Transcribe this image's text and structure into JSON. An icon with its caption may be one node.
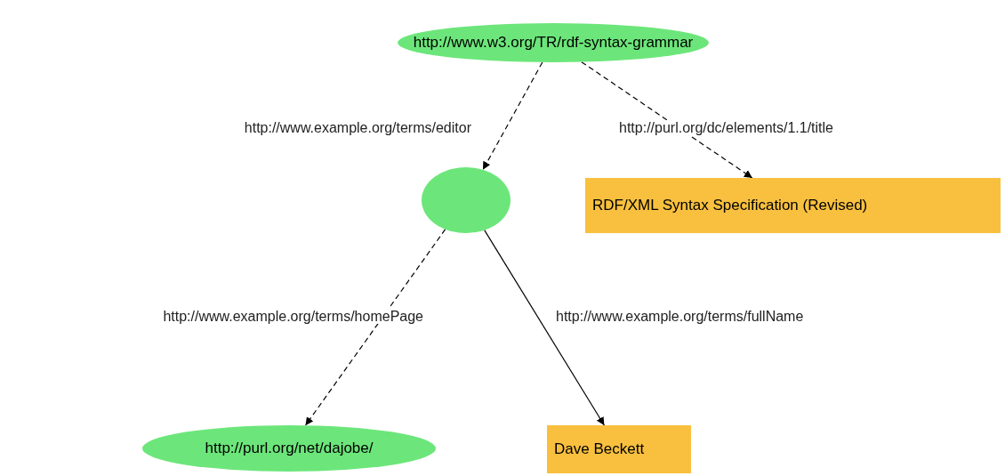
{
  "diagram": {
    "nodes": [
      {
        "text": [
          "http://www.w3.org/TR/rdf-syntax-grammar"
        ]
      },
      {
        "text": [],
        "shape": "ellipse"
      },
      {
        "text": [
          "RDF/XML Syntax Specification (Revised)"
        ]
      },
      {
        "text": [
          "http://purl.org/net/dajobe/"
        ]
      },
      {
        "text": [
          "Dave Beckett"
        ]
      }
    ],
    "edges": [
      {
        "from": 0,
        "to": 1,
        "arrow": "to",
        "label": "http://www.example.org/terms/editor",
        "style": "dashed"
      },
      {
        "from": 0,
        "to": 2,
        "arrow": "to",
        "label": "http://purl.org/dc/elements/1.1/title",
        "style": "dashed"
      },
      {
        "from": 1,
        "to": 3,
        "arrow": "to",
        "label": "http://www.example.org/terms/homePage",
        "style": "dashed"
      },
      {
        "from": 1,
        "to": 4,
        "arrow": "to",
        "label": "http://www.example.org/terms/fullName"
      }
    ]
  }
}
